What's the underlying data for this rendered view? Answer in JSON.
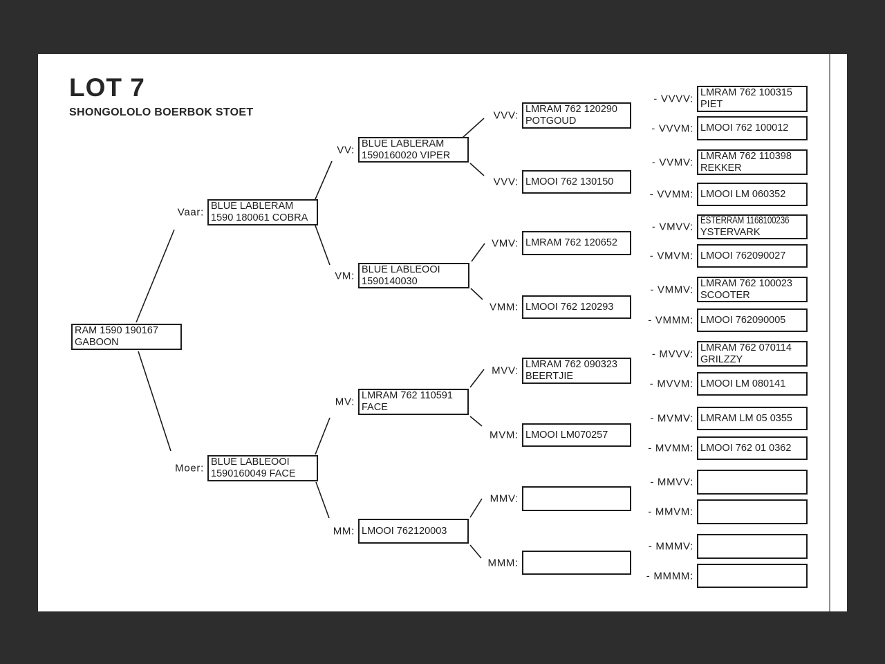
{
  "document": {
    "title": "LOT 7",
    "subtitle": "SHONGOLOLO BOERBOK STOET"
  },
  "colors": {
    "viewer_background": "#2d2d2d",
    "page_background": "#ffffff",
    "ink": "#1d1d1d"
  },
  "pedigree": {
    "subject": {
      "line1": "RAM 1590 190167",
      "line2": "GABOON"
    },
    "v": {
      "label": "Vaar:",
      "line1": "BLUE LABLERAM",
      "line2": "1590 180061 COBRA"
    },
    "m": {
      "label": "Moer:",
      "line1": "BLUE LABLEOOI",
      "line2": "1590160049 FACE"
    },
    "vv": {
      "label": "VV:",
      "line1": "BLUE LABLERAM",
      "line2": "1590160020 VIPER"
    },
    "vm": {
      "label": "VM:",
      "line1": "BLUE LABLEOOI",
      "line2": "1590140030"
    },
    "mv": {
      "label": "MV:",
      "line1": "LMRAM 762 110591",
      "line2": "FACE"
    },
    "mm": {
      "label": "MM:",
      "line1": "LMOOI 762120003"
    },
    "vvv": {
      "label": "VVV:",
      "line1": "LMRAM 762 120290",
      "line2": "POTGOUD"
    },
    "vvm": {
      "label": "VVV:",
      "line1": "LMOOI 762 130150"
    },
    "vmv": {
      "label": "VMV:",
      "line1": "LMRAM 762 120652"
    },
    "vmm": {
      "label": "VMM:",
      "line1": "LMOOI 762 120293"
    },
    "mvv": {
      "label": "MVV:",
      "line1": "LMRAM 762 090323",
      "line2": "BEERTJIE"
    },
    "mvm": {
      "label": "MVM:",
      "line1": "LMOOI LM070257"
    },
    "mmv": {
      "label": "MMV:",
      "line1": ""
    },
    "mmm": {
      "label": "MMM:",
      "line1": ""
    },
    "vvvv": {
      "label": "- VVVV:",
      "line1": "LMRAM 762 100315",
      "line2": "PIET"
    },
    "vvvm": {
      "label": "- VVVM:",
      "line1": "LMOOI 762 100012"
    },
    "vvmv": {
      "label": "- VVMV:",
      "line1": "LMRAM 762 110398",
      "line2": "REKKER"
    },
    "vvmm": {
      "label": "- VVMM:",
      "line1": "LMOOI LM 060352"
    },
    "vmvv": {
      "label": "- VMVV:",
      "line1": "ESTERRAM 1168100236",
      "line2": "YSTERVARK"
    },
    "vmvm": {
      "label": "- VMVM:",
      "line1": "LMOOI 762090027"
    },
    "vmmv": {
      "label": "- VMMV:",
      "line1": "LMRAM 762 100023",
      "line2": "SCOOTER"
    },
    "vmmm": {
      "label": "- VMMM:",
      "line1": "LMOOI 762090005"
    },
    "mvvv": {
      "label": "- MVVV:",
      "line1": "LMRAM 762 070114",
      "line2": "GRILZZY"
    },
    "mvvm": {
      "label": "- MVVM:",
      "line1": "LMOOI LM 080141"
    },
    "mvmv": {
      "label": "- MVMV:",
      "line1": "LMRAM LM 05 0355"
    },
    "mvmm": {
      "label": "- MVMM:",
      "line1": "LMOOI 762 01 0362"
    },
    "mmvv": {
      "label": "- MMVV:",
      "line1": ""
    },
    "mmvm": {
      "label": "- MMVM:",
      "line1": ""
    },
    "mmmv": {
      "label": "- MMMV:",
      "line1": ""
    },
    "mmmm": {
      "label": "- MMMM:",
      "line1": ""
    }
  }
}
